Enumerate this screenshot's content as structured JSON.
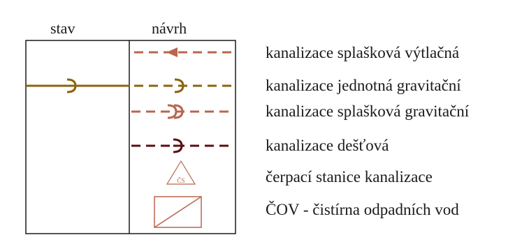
{
  "headers": {
    "existing": "stav",
    "proposed": "návrh"
  },
  "pump_symbol_text": "ČS",
  "items": [
    {
      "id": "pressure-sewer",
      "label": "kanalizace splašková výtlačná",
      "color": "#b8664f"
    },
    {
      "id": "combined-sewer",
      "label": "kanalizace jednotná gravitační",
      "color": "#8a6410"
    },
    {
      "id": "sanitary-sewer",
      "label": "kanalizace splašková gravitační",
      "color": "#b8664f"
    },
    {
      "id": "storm-sewer",
      "label": "kanalizace dešťová",
      "color": "#5a0f12"
    },
    {
      "id": "pump-station",
      "label": "čerpací stanice kanalizace",
      "color": "#b8664f"
    },
    {
      "id": "wwtp",
      "label": "ČOV - čistírna odpadních vod",
      "color": "#b8664f"
    }
  ]
}
